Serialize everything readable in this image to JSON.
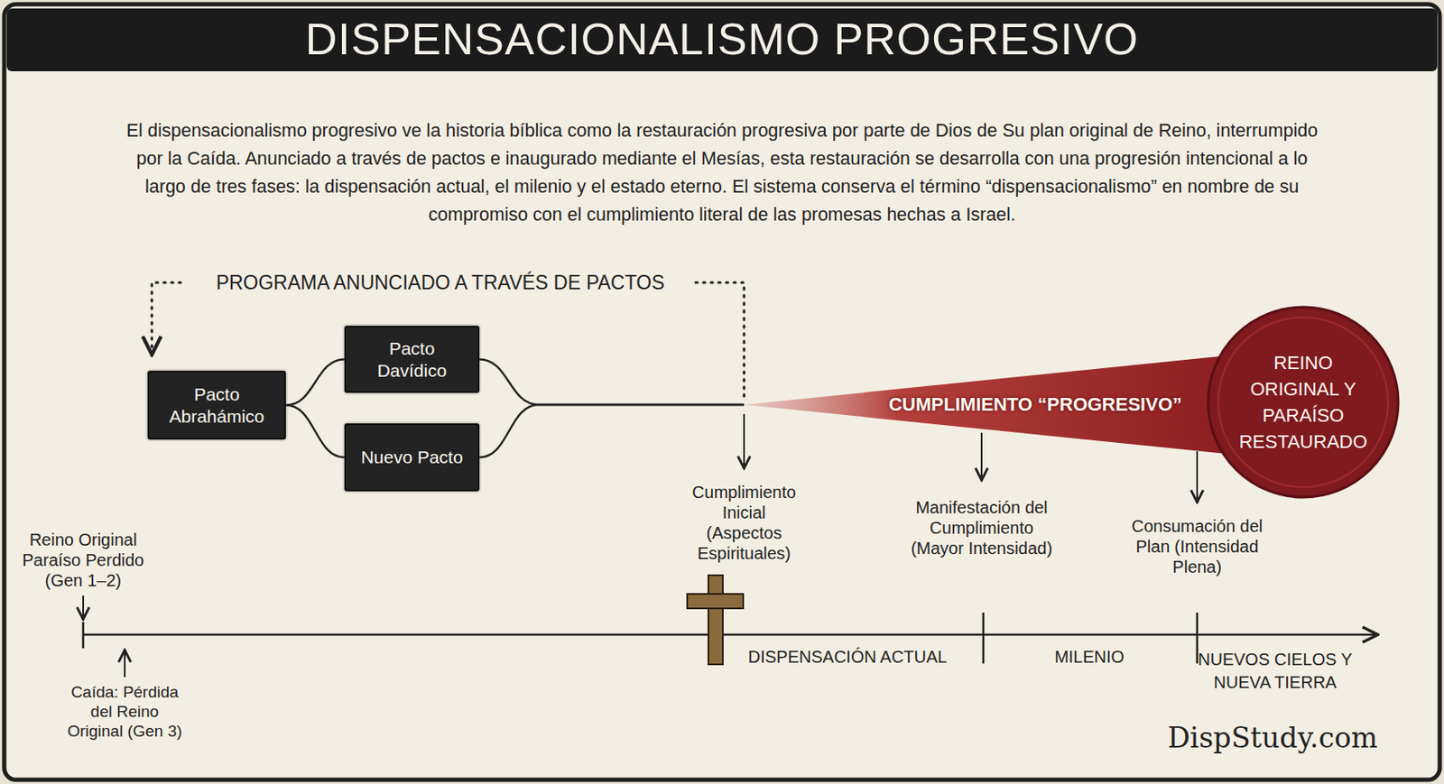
{
  "diagram": {
    "title": "DISPENSACIONALISMO PROGRESIVO",
    "nodes": [
      {
        "text": [
          "Pacto Abrahámico"
        ]
      },
      {
        "text": [
          "Pacto Davídico"
        ]
      },
      {
        "text": [
          "Nuevo Pacto"
        ]
      },
      {
        "text": [
          "CUMPLIMIENTO “PROGRESIVO”"
        ]
      },
      {
        "text": [
          "REINO ORIGINAL Y PARAÍSO RESTAURADO"
        ]
      }
    ],
    "edges": [
      {
        "from": 0,
        "to": 1,
        "arrow": "none"
      },
      {
        "from": 0,
        "to": 2,
        "arrow": "none"
      },
      {
        "from": 1,
        "to": 3,
        "arrow": "none"
      },
      {
        "from": 2,
        "to": 3,
        "arrow": "none"
      }
    ],
    "labels": [
      "El dispensacionalismo progresivo ve la historia bíblica como la restauración progresiva por parte de Dios de Su plan original de Reino, interrumpido por la Caída. Anunciado a través de pactos e inaugurado mediante el Mesías, esta restauración se desarrolla con una progresión intencional a lo largo de tres fases: la dispensación actual, el milenio y el estado eterno. El sistema conserva el término “dispensacionalismo” en nombre de su compromiso con el cumplimiento literal de las promesas hechas a Israel.",
      "PROGRAMA ANUNCIADO A TRAVÉS DE PACTOS",
      "Cumplimiento Inicial (Aspectos Espirituales)",
      "Manifestación del Cumplimiento (Mayor Intensidad)",
      "Consumación del Plan (Intensidad Plena)",
      "Reino Original Paraíso Perdido (Gen 1–2)",
      "Caída: Pérdida del Reino Original (Gen 3)",
      "DISPENSACIÓN ACTUAL",
      "MILENIO",
      "NUEVOS CIELOS Y NUEVA TIERRA",
      "DispStudy.com"
    ]
  }
}
